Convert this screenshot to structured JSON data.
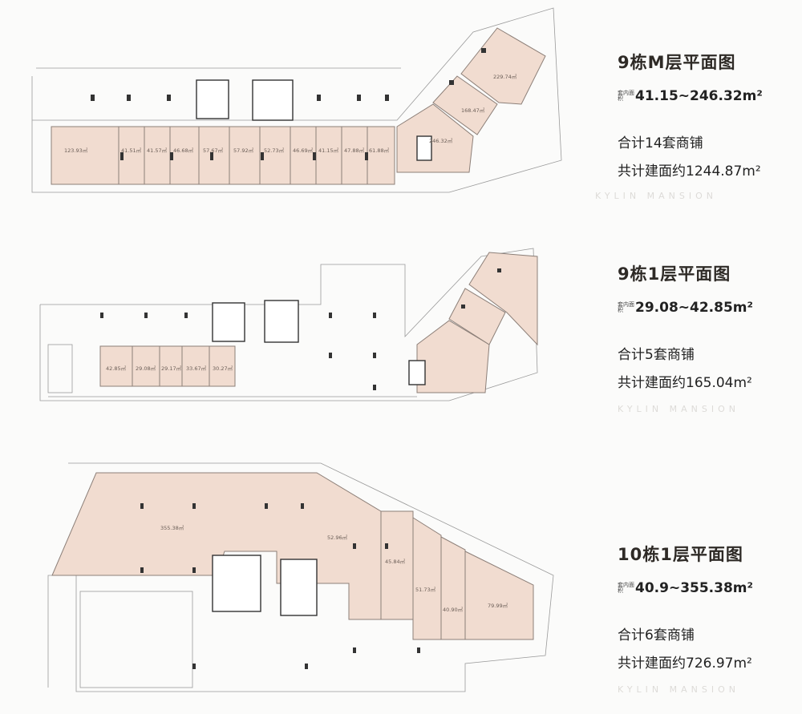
{
  "plans": [
    {
      "title": "9栋M层平面图",
      "range_prefix": "套内面积",
      "range": "41.15~246.32m²",
      "total_units": "合计14套商铺",
      "total_area": "共计建面约1244.87m²",
      "watermark": "KYLIN MANSION",
      "units": [
        "123.93㎡",
        "41.51㎡",
        "41.57㎡",
        "46.68㎡",
        "57.67㎡",
        "57.92㎡",
        "52.73㎡",
        "46.69㎡",
        "41.15㎡",
        "47.88㎡",
        "61.88㎡",
        "246.32㎡",
        "168.47㎡",
        "229.74㎡"
      ]
    },
    {
      "title": "9栋1层平面图",
      "range_prefix": "套内面积",
      "range": "29.08~42.85m²",
      "total_units": "合计5套商铺",
      "total_area": "共计建面约165.04m²",
      "watermark": "KYLIN MANSION",
      "units": [
        "42.85㎡",
        "29.08㎡",
        "29.17㎡",
        "33.67㎡",
        "30.27㎡"
      ]
    },
    {
      "title": "10栋1层平面图",
      "range_prefix": "套内面积",
      "range": "40.9~355.38m²",
      "total_units": "合计6套商铺",
      "total_area": "共计建面约726.97m²",
      "watermark": "KYLIN MANSION",
      "units": [
        "355.38㎡",
        "52.96㎡",
        "45.84㎡",
        "51.73㎡",
        "40.90㎡",
        "79.99㎡"
      ]
    }
  ],
  "colors": {
    "shop_fill": "#f1dcd0",
    "background": "#fbfbfa",
    "text": "#2e2a26"
  }
}
